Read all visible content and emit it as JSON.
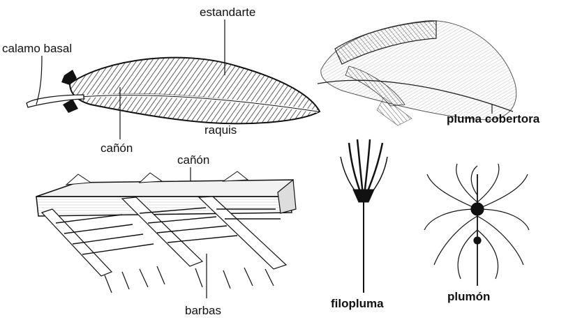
{
  "labels": {
    "estandarte": "estandarte",
    "calamo_basal": "calamo basal",
    "canon_top": "cañón",
    "raquis": "raquis",
    "canon_bottom": "cañón",
    "barbas": "barbas",
    "pluma_cobertora": "pluma cobertora",
    "filopluma": "filopluma",
    "plumon": "plumón"
  }
}
